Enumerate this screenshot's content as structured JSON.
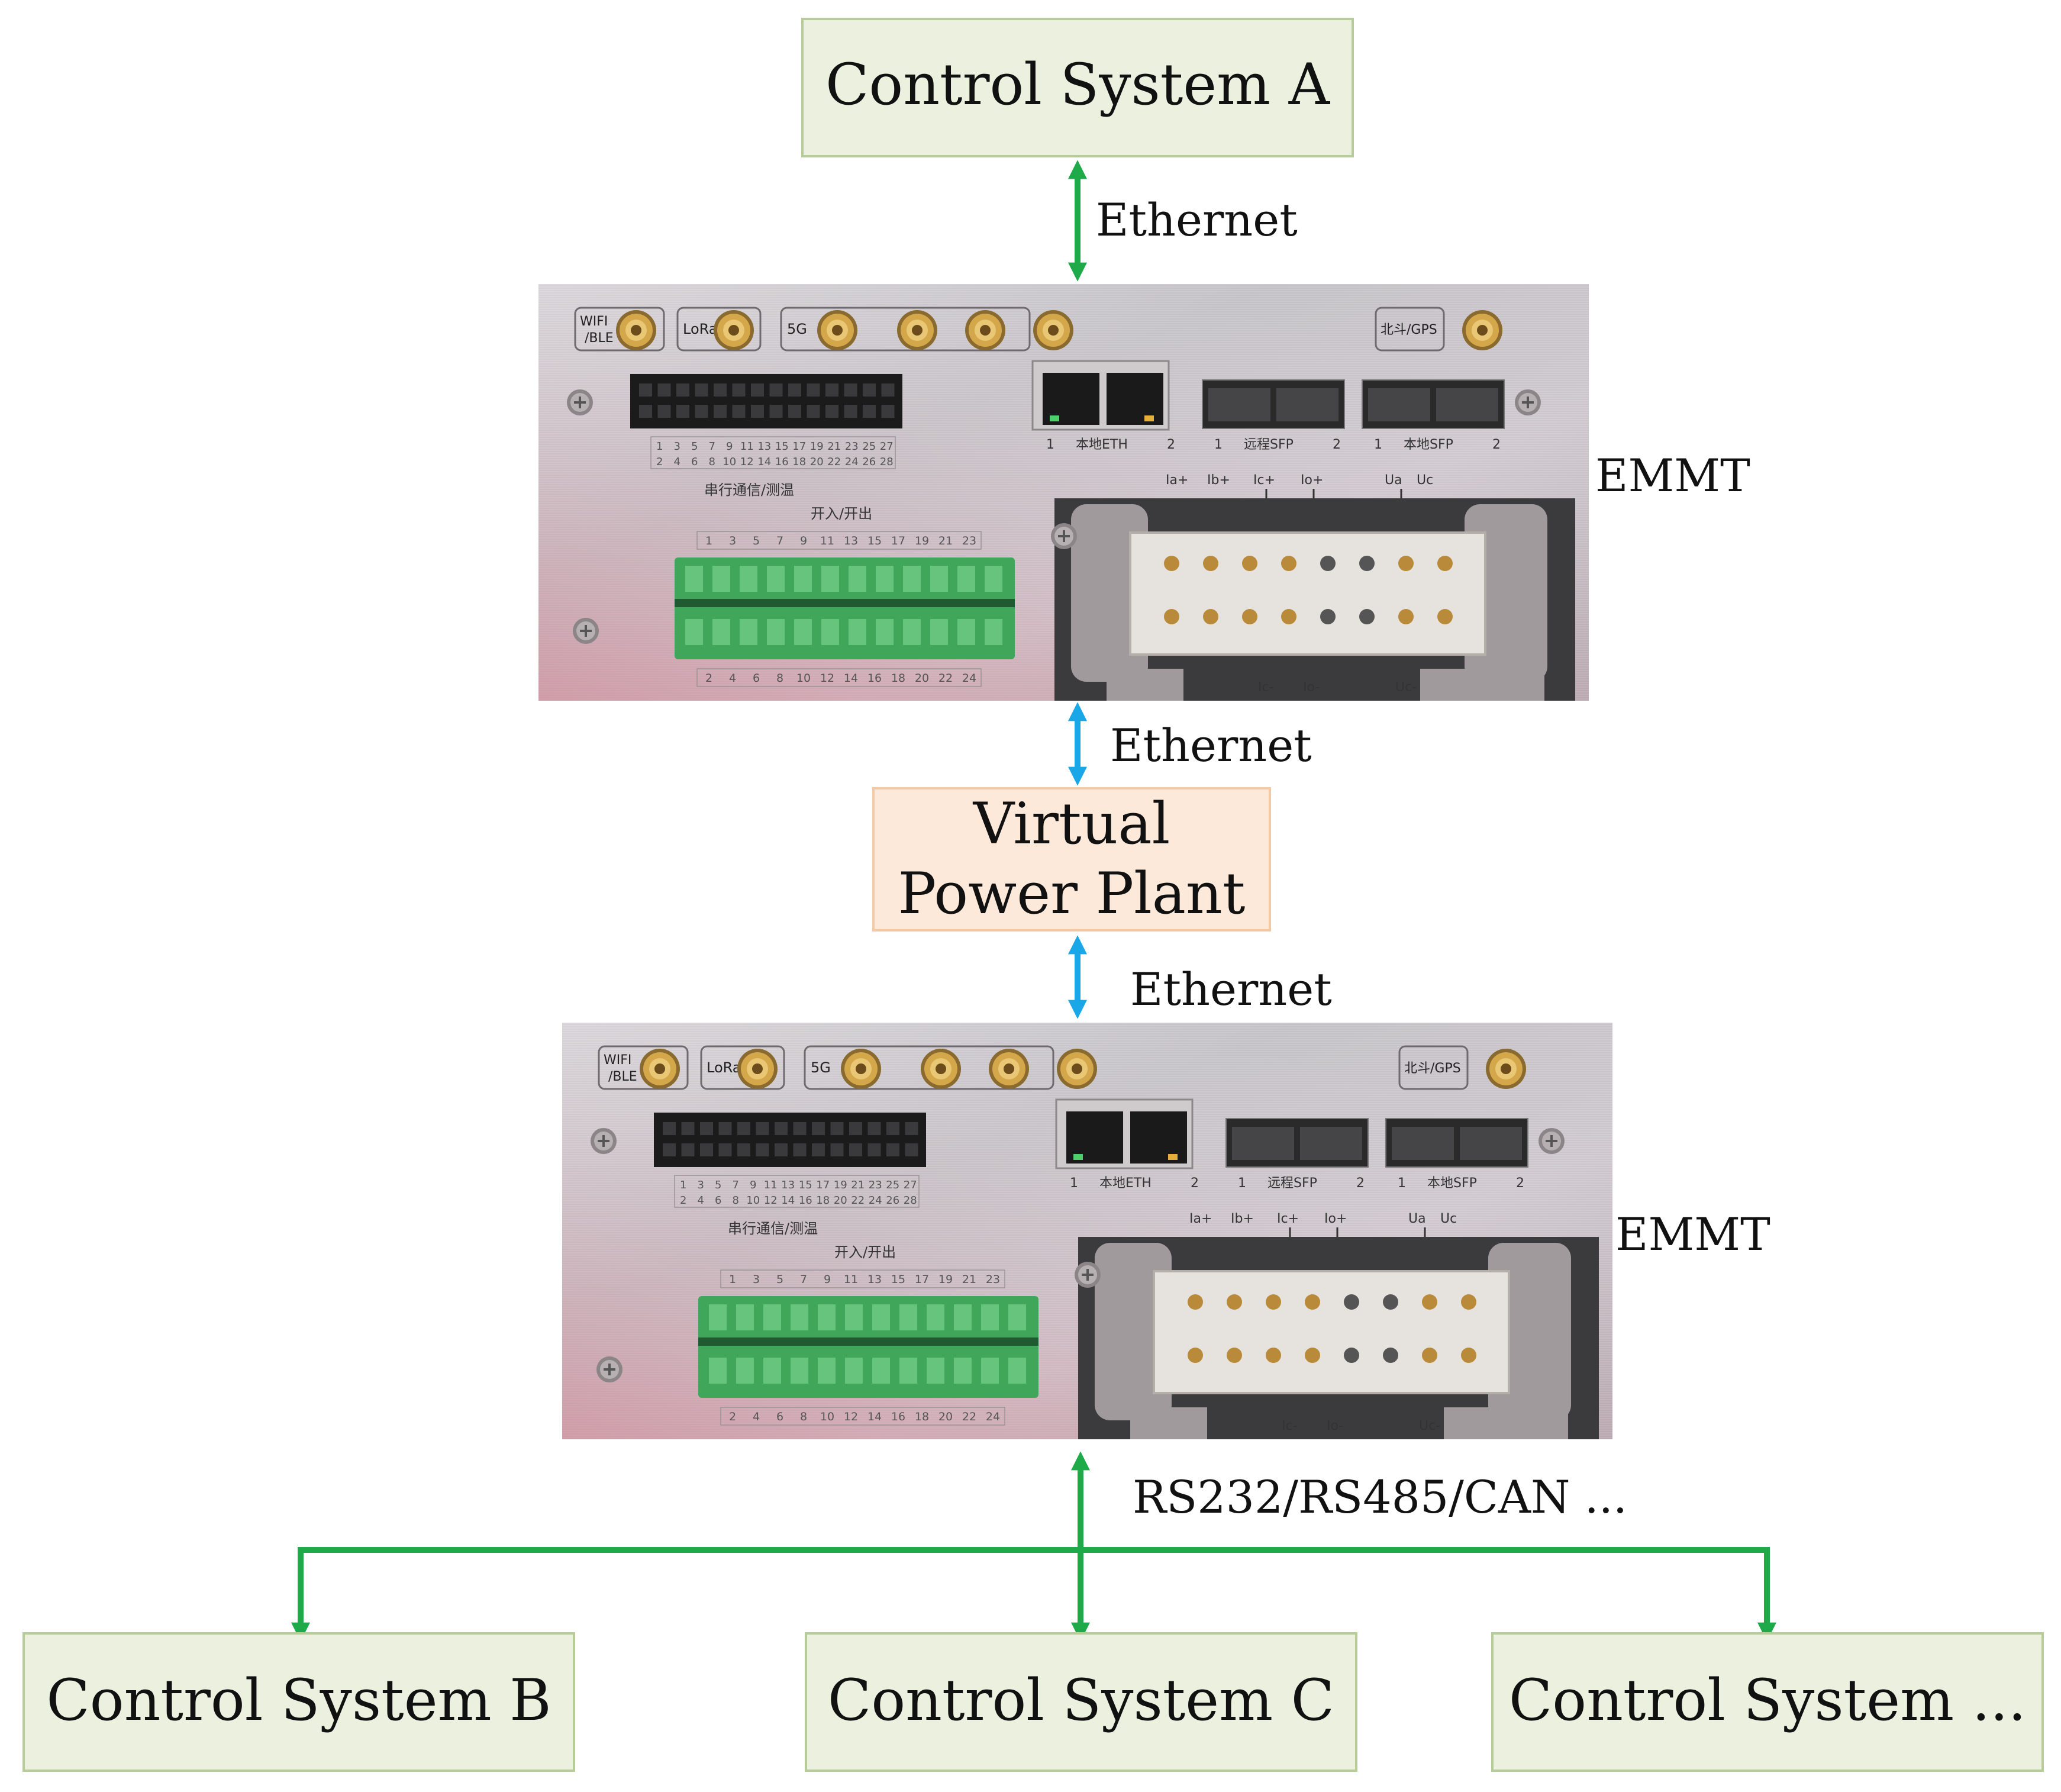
{
  "boxes": {
    "control_a": "Control System A",
    "vpp_line1": "Virtual",
    "vpp_line2": "Power Plant",
    "control_b": "Control System B",
    "control_c": "Control System C",
    "control_more": "Control System ..."
  },
  "links": {
    "a_to_emmt": "Ethernet",
    "emmt_to_vpp": "Ethernet",
    "vpp_to_emmt": "Ethernet",
    "emmt_to_field": "RS232/RS485/CAN ..."
  },
  "devices": {
    "upper_label": "EMMT",
    "lower_label": "EMMT"
  },
  "panel": {
    "wifi": "WIFI",
    "ble": "/BLE",
    "lora": "LoRa",
    "g5": "5G",
    "gps": "北斗/GPS",
    "eth": "本地ETH",
    "sfp_remote": "远程SFP",
    "sfp_local": "本地SFP",
    "port1": "1",
    "port2": "2",
    "serial": "串行通信/测温",
    "io": "开入/开出",
    "odd_top": [
      "1",
      "3",
      "5",
      "7",
      "9",
      "11",
      "13",
      "15",
      "17",
      "19",
      "21",
      "23",
      "25",
      "27"
    ],
    "even_top": [
      "2",
      "4",
      "6",
      "8",
      "10",
      "12",
      "14",
      "16",
      "18",
      "20",
      "22",
      "24",
      "26",
      "28"
    ],
    "odd_bottom": [
      "1",
      "3",
      "5",
      "7",
      "9",
      "11",
      "13",
      "15",
      "17",
      "19",
      "21",
      "23"
    ],
    "even_bottom": [
      "2",
      "4",
      "6",
      "8",
      "10",
      "12",
      "14",
      "16",
      "18",
      "20",
      "22",
      "24"
    ],
    "ia": "Ia+",
    "ib": "Ib+",
    "ic": "Ic+",
    "io_p": "Io+",
    "ua": "Ua",
    "uc": "Uc",
    "ic_m": "Ic-",
    "io_m": "Io-",
    "uc_m": "Uc-"
  },
  "colors": {
    "green_box_fill": "#ebf1de",
    "green_box_stroke": "#b8cc9a",
    "vpp_fill": "#fde9d9",
    "vpp_stroke": "#f5c9a3",
    "green_arrow": "#1faa4a",
    "blue_arrow": "#1aa7e8",
    "terminal_green": "#3fa65a"
  }
}
